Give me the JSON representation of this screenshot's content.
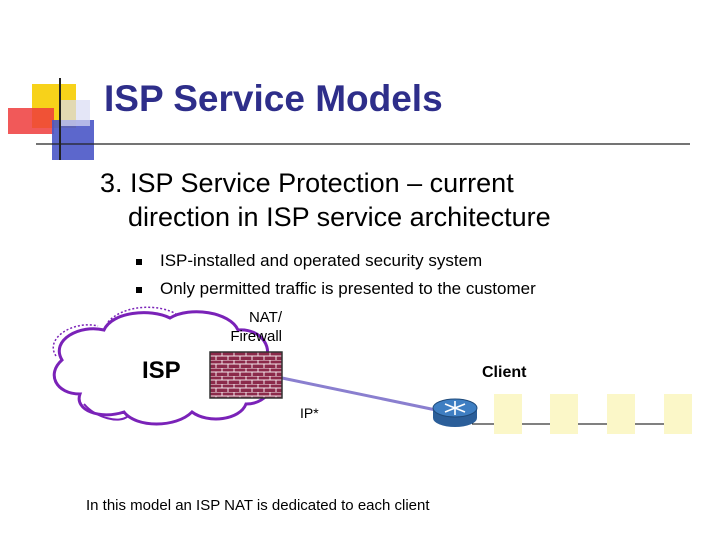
{
  "slide": {
    "title": "ISP Service Models",
    "subtitle_line1": "3. ISP Service Protection – current",
    "subtitle_line2": "direction in ISP service architecture",
    "bullets": [
      "ISP-installed and operated security system",
      "Only permitted traffic is presented to the customer"
    ],
    "caption": "In this model an ISP NAT is dedicated to each client"
  },
  "diagram": {
    "isp_label": "ISP",
    "nat_line1": "NAT/",
    "nat_line2": "Firewall",
    "client_label": "Client",
    "link_label": "IP*"
  },
  "colors": {
    "title": "#2e2e8a",
    "cloud_outline": "#7a22b8",
    "link": "#8a7fcf",
    "firewall_brick": "#8b2a4a",
    "router": "#3e7ec2",
    "client_host": "#fbf7c8",
    "deco_yellow": "#f7d21a",
    "deco_red": "#ef3c3c",
    "deco_blue": "#4a56c6"
  }
}
